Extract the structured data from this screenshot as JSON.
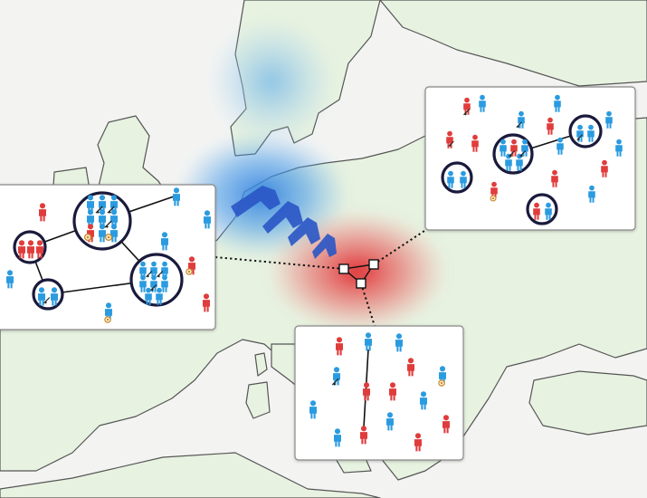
{
  "map": {
    "land_color": "#e9f3e3",
    "sea_color": "#f4f4f4",
    "coast_color": "#555555",
    "blue_cluster_color": "#3a8fe0",
    "red_cluster_color": "#e23a3a",
    "arrow_color": "#2a56c6",
    "node_icon": "square-network-node",
    "connector_style": "dotted-line"
  },
  "figure_colors": {
    "blue_person": "#2a9be0",
    "red_person": "#e03c3c",
    "group_ring": "#1a1a3c",
    "weapon_mark": "#222222",
    "coin_mark": "#d8932a"
  },
  "panels": [
    {
      "id": "west",
      "description_icons": [
        "person-icon",
        "group-ring",
        "weapon-icon",
        "coin-icon"
      ],
      "groups": 4,
      "connections": 5
    },
    {
      "id": "northeast",
      "description_icons": [
        "person-icon",
        "group-ring",
        "weapon-icon",
        "coin-icon"
      ],
      "groups": 4,
      "connections": 1
    },
    {
      "id": "south",
      "description_icons": [
        "person-icon",
        "weapon-icon",
        "coin-icon"
      ],
      "groups": 0,
      "connections": 1
    }
  ]
}
